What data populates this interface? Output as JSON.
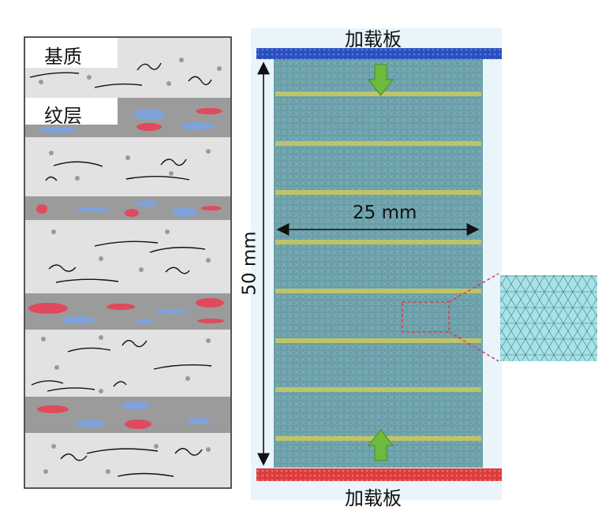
{
  "left_panel": {
    "labels": {
      "matrix": "基质",
      "lamina": "纹层"
    }
  },
  "right_panel": {
    "top_plate_label": "加载板",
    "bottom_plate_label": "加载板",
    "width_label": "25 mm",
    "height_label": "50 mm"
  },
  "colors": {
    "matrix_layer": "#e2e2e2",
    "lamina_layer": "#9b9b9b",
    "red_ellipse": "#e04a5c",
    "blue_ellipse": "#7fa2da",
    "grain_dot": "#9a9a9a",
    "specimen": "#6a9ea8",
    "yellow_band": "#c8c860",
    "top_plate": "#2a4fc0",
    "bottom_plate": "#dc3c3c",
    "arrow": "#6cbb3c",
    "mesh_zoom": "#a6e2e6",
    "zoom_marker": "#e03a4a"
  },
  "icons": [
    "down-arrow-icon",
    "up-arrow-icon"
  ]
}
